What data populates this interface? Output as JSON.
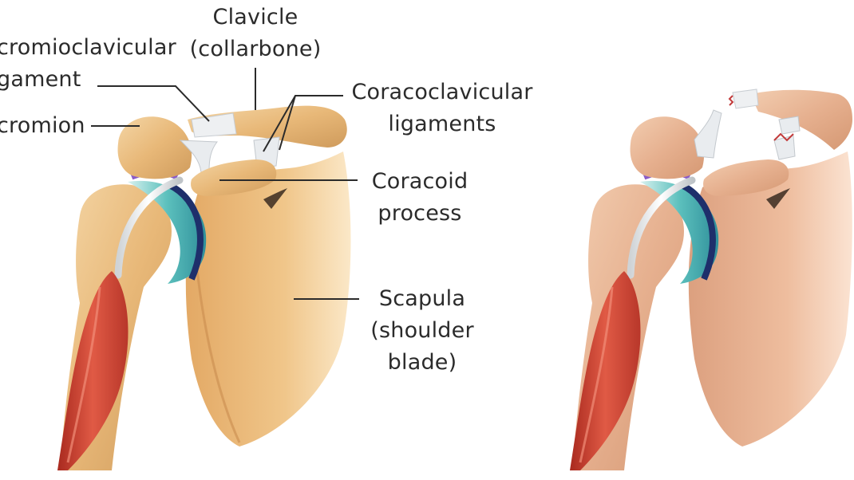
{
  "labels": {
    "clavicle": {
      "line1": "Clavicle",
      "line2": "(collarbone)"
    },
    "ac_ligament": {
      "line1": "cromioclavicular",
      "line2": "gament"
    },
    "acromion": {
      "line1": "cromion"
    },
    "coracoclavicular": {
      "line1": "Coracoclavicular",
      "line2": "ligaments"
    },
    "coracoid": {
      "line1": "Coracoid",
      "line2": "process"
    },
    "scapula": {
      "line1": "Scapula",
      "line2": "(shoulder",
      "line3": "blade)"
    }
  },
  "colors": {
    "bone": "#e8b878",
    "bone_light": "#f3d3a2",
    "bone_shadow": "#c99556",
    "muscle": "#c8402f",
    "muscle_light": "#e56a55",
    "cartilage": "#52b6b6",
    "cartilage_dark": "#1e2f6b",
    "ligament": "#e9ecef",
    "skin_bone": "#e8b491",
    "leader": "#2b2b2b"
  }
}
